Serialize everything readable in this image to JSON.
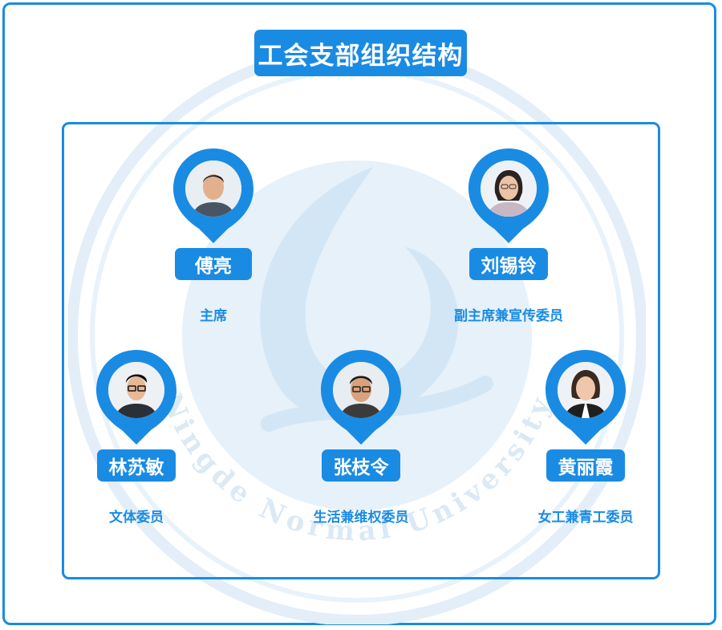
{
  "title": "工会支部组织结构",
  "watermark": {
    "text": "Ningde Normal University"
  },
  "members": [
    {
      "name": "傅亮",
      "role": "主席"
    },
    {
      "name": "刘锡铃",
      "role": "副主席兼宣传委员"
    },
    {
      "name": "林苏敏",
      "role": "文体委员"
    },
    {
      "name": "张枝令",
      "role": "生活兼维权委员"
    },
    {
      "name": "黄丽霞",
      "role": "女工兼青工委员"
    }
  ],
  "colors": {
    "accent": "#1a8be3",
    "watermark": "#dcebf7"
  }
}
